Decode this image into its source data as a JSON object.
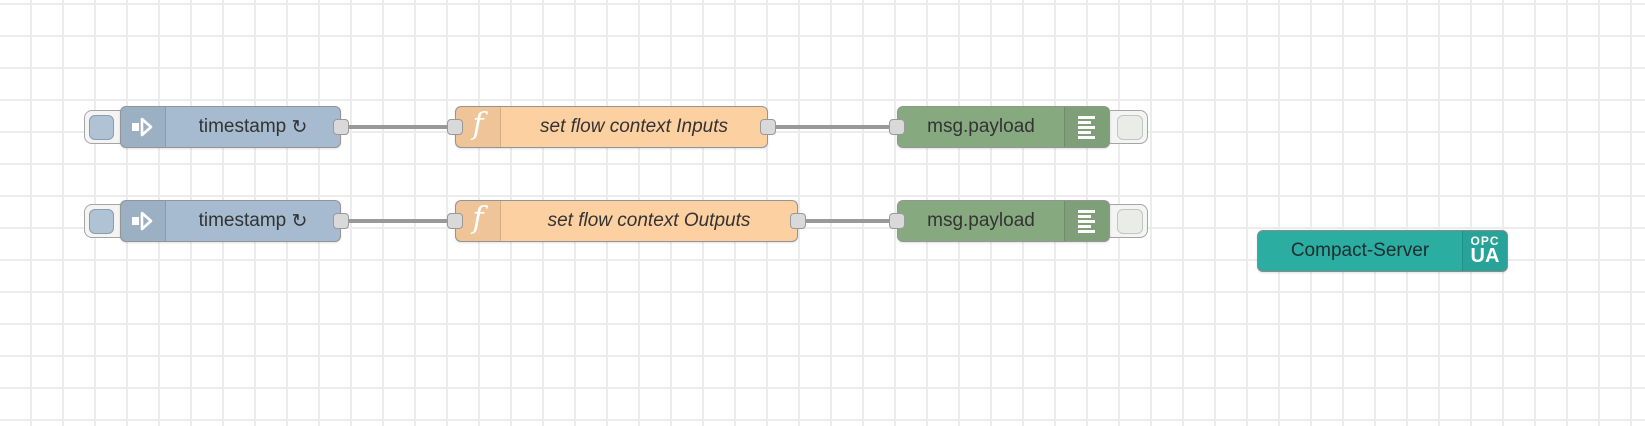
{
  "app": {
    "name": "Node-RED flow workspace"
  },
  "colors": {
    "inject": "#a6bbcf",
    "function": "#fdd0a2",
    "debug": "#87a980",
    "server": "#2bada2",
    "wire": "#999999",
    "grid": "#ececec"
  },
  "glyphs": {
    "function_f": "f",
    "repeat": "↻"
  },
  "nodes": {
    "inject1": {
      "type": "inject",
      "label": "timestamp"
    },
    "inject2": {
      "type": "inject",
      "label": "timestamp"
    },
    "function1": {
      "type": "function",
      "label": "set flow context Inputs"
    },
    "function2": {
      "type": "function",
      "label": "set flow context Outputs"
    },
    "debug1": {
      "type": "debug",
      "label": "msg.payload"
    },
    "debug2": {
      "type": "debug",
      "label": "msg.payload"
    },
    "server": {
      "type": "opcua-compact-server",
      "label": "Compact-Server",
      "badge_line1": "OPC",
      "badge_line2": "UA"
    }
  }
}
